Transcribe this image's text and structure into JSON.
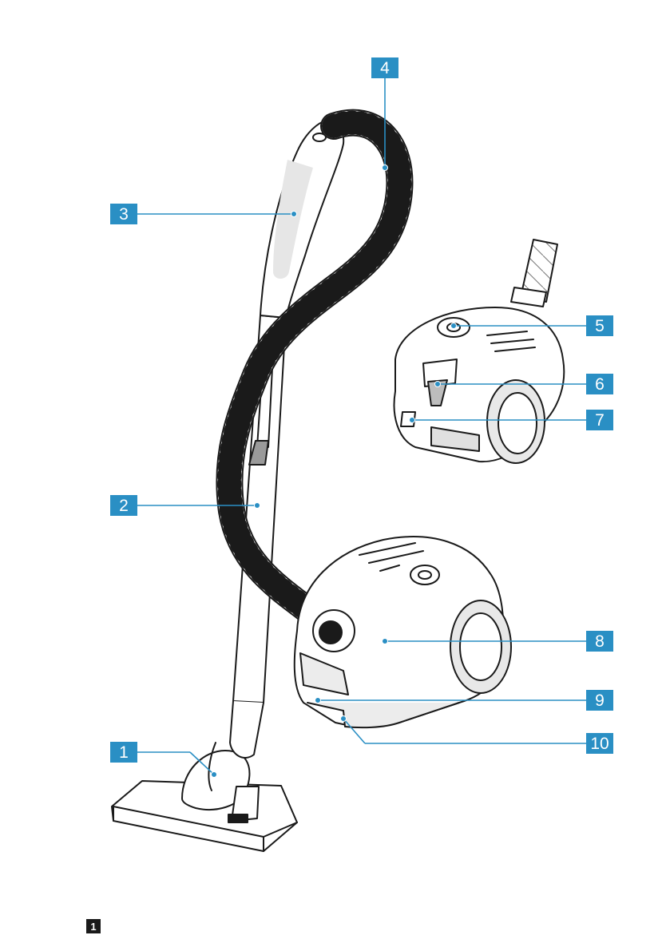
{
  "figure": {
    "number": "1"
  },
  "callouts": [
    {
      "id": "1",
      "text": "1"
    },
    {
      "id": "2",
      "text": "2"
    },
    {
      "id": "3",
      "text": "3"
    },
    {
      "id": "4",
      "text": "4"
    },
    {
      "id": "5",
      "text": "5"
    },
    {
      "id": "6",
      "text": "6"
    },
    {
      "id": "7",
      "text": "7"
    },
    {
      "id": "8",
      "text": "8"
    },
    {
      "id": "9",
      "text": "9"
    },
    {
      "id": "10",
      "text": "10"
    }
  ],
  "colors": {
    "callout": "#2a8fc4",
    "outline": "#1a1a1a",
    "shade": "#dcdcdc"
  }
}
